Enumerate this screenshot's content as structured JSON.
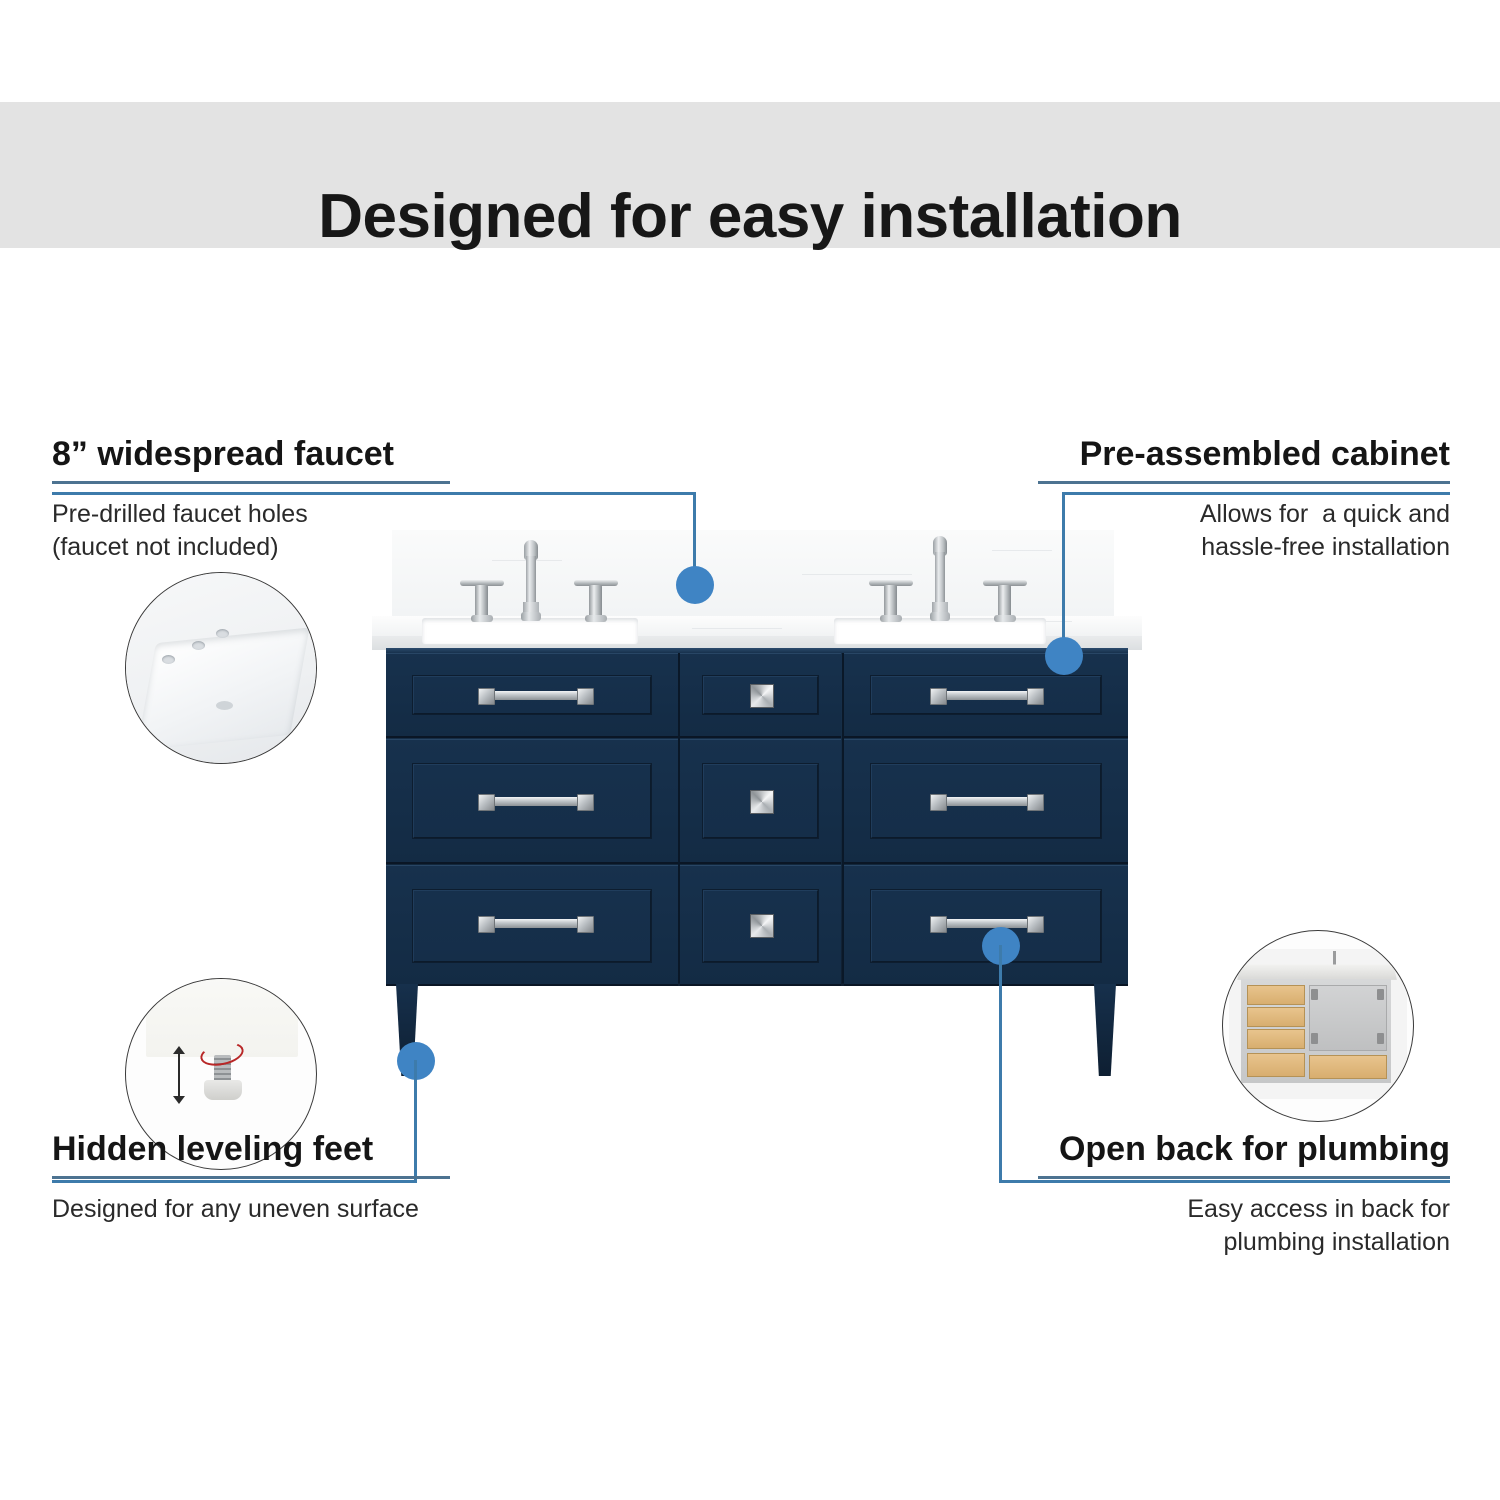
{
  "page": {
    "title": "Designed for easy installation",
    "background_color": "#ffffff",
    "header_band_color": "#e3e3e3",
    "accent_color": "#3f84c4",
    "leader_line_color": "#3d7bab",
    "rule_color": "#4d7391",
    "cabinet_color": "#17314d",
    "countertop_color": "#f4f6f7",
    "hardware_color": "#c3c7ca"
  },
  "callouts": [
    {
      "id": "faucet",
      "title": "8” widespread faucet",
      "body": "Pre-drilled faucet holes\n(faucet not included)",
      "body_line1": "Pre-drilled faucet holes",
      "body_line2": "(faucet not included)",
      "align": "left",
      "inset_icon": "sink-faucet-holes-photo",
      "marker_position": "countertop-right-of-left-sink"
    },
    {
      "id": "cabinet",
      "title": "Pre-assembled cabinet",
      "body_line1": "Allows for  a quick and",
      "body_line2": "hassle-free installation",
      "align": "right",
      "inset_icon": "none",
      "marker_position": "top-right-drawer"
    },
    {
      "id": "feet",
      "title": "Hidden leveling feet",
      "body_line1": "Designed for any uneven surface",
      "body_line2": "",
      "align": "left",
      "inset_icon": "leveling-foot-photo",
      "marker_position": "left-cabinet-leg"
    },
    {
      "id": "plumbing",
      "title": "Open back for plumbing",
      "body_line1": "Easy access in back for",
      "body_line2": "plumbing installation",
      "align": "right",
      "inset_icon": "cabinet-back-view-photo",
      "marker_position": "bottom-right-drawer-pull"
    }
  ],
  "product": {
    "name": "double-sink-bathroom-vanity",
    "finish": "navy blue shaker",
    "countertop": "white quartz with veining",
    "sink_count": 2,
    "faucet_count": 2,
    "drawer_columns": 3,
    "drawer_rows": 3,
    "leg_count": 2,
    "hardware": {
      "bar_pulls": 6,
      "square_knobs": 3
    }
  }
}
